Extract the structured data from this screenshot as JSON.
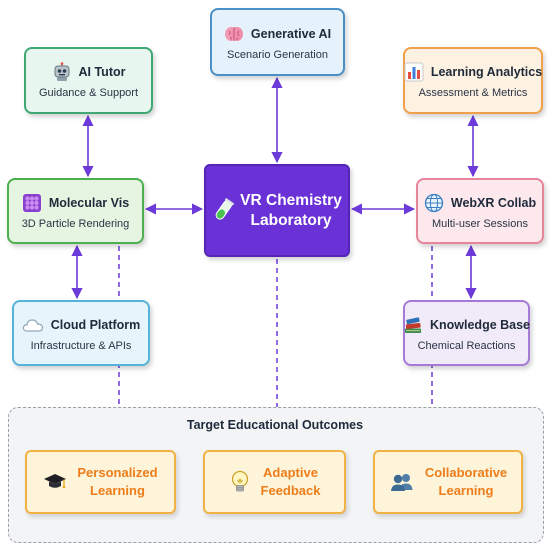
{
  "center": {
    "title_line1": "VR Chemistry",
    "title_line2": "Laboratory",
    "icon": "test-tube-icon"
  },
  "nodes": {
    "generative_ai": {
      "title": "Generative AI",
      "subtitle": "Scenario Generation",
      "icon": "brain-icon"
    },
    "ai_tutor": {
      "title": "AI Tutor",
      "subtitle": "Guidance & Support",
      "icon": "robot-icon"
    },
    "learning_analytics": {
      "title": "Learning Analytics",
      "subtitle": "Assessment & Metrics",
      "icon": "bar-chart-icon"
    },
    "molecular_vis": {
      "title": "Molecular Vis",
      "subtitle": "3D Particle Rendering",
      "icon": "particle-cube-icon"
    },
    "webxr_collab": {
      "title": "WebXR Collab",
      "subtitle": "Multi-user Sessions",
      "icon": "globe-icon"
    },
    "cloud_platform": {
      "title": "Cloud Platform",
      "subtitle": "Infrastructure & APIs",
      "icon": "cloud-icon"
    },
    "knowledge_base": {
      "title": "Knowledge Base",
      "subtitle": "Chemical Reactions",
      "icon": "books-icon"
    }
  },
  "outcomes": {
    "title": "Target Educational Outcomes",
    "items": [
      {
        "line1": "Personalized",
        "line2": "Learning",
        "icon": "graduation-cap-icon"
      },
      {
        "line1": "Adaptive",
        "line2": "Feedback",
        "icon": "lightbulb-icon"
      },
      {
        "line1": "Collaborative",
        "line2": "Learning",
        "icon": "users-icon"
      }
    ]
  },
  "colors": {
    "connector": "#6c3ad8",
    "center_fill": "#6a32d6",
    "outcome_text": "#ee7d1a"
  }
}
